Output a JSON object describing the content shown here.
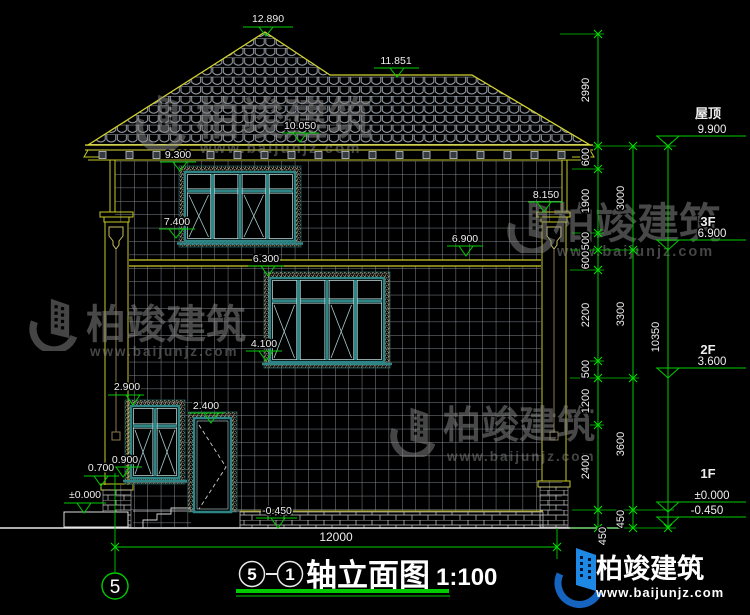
{
  "title_block": {
    "axis_start": "5",
    "axis_end": "1",
    "name": "轴立面图",
    "scale": "1:100",
    "axis_bubble": "5",
    "width_dim": "12000"
  },
  "levels": {
    "ridge_main": "12.890",
    "ridge_side": "11.851",
    "eave": "10.050",
    "frieze": "9.300",
    "w3_sill": "7.400",
    "f3_ceiling": "6.900",
    "band": "6.300",
    "cap_right": "8.150",
    "w2_sill": "4.100",
    "lamp": "2.900",
    "door_top": "2.400",
    "pedestal_top": "0.900",
    "pedestal_base": "0.700",
    "zero_left": "±0.000",
    "low_mid": "-0.450"
  },
  "floor_labels": {
    "roof_name": "屋顶",
    "roof_level": "9.900",
    "f3_name": "3F",
    "f3_level": "6.900",
    "f2_name": "2F",
    "f2_level": "3.600",
    "f1_name": "1F",
    "f1_level": "±0.000",
    "f1_low": "-0.450"
  },
  "dims": {
    "inner": [
      "2990",
      "600",
      "1900",
      "500",
      "600",
      "2200",
      "500",
      "1200",
      "2400",
      "450"
    ],
    "middle": [
      "3000",
      "3300",
      "3600",
      "450"
    ],
    "outer": [
      "10350"
    ]
  },
  "watermark": {
    "brand": "柏竣建筑",
    "url": "www.baijunjz.com"
  },
  "logo": {
    "brand": "柏竣建筑",
    "url": "www.baijunjz.com"
  }
}
